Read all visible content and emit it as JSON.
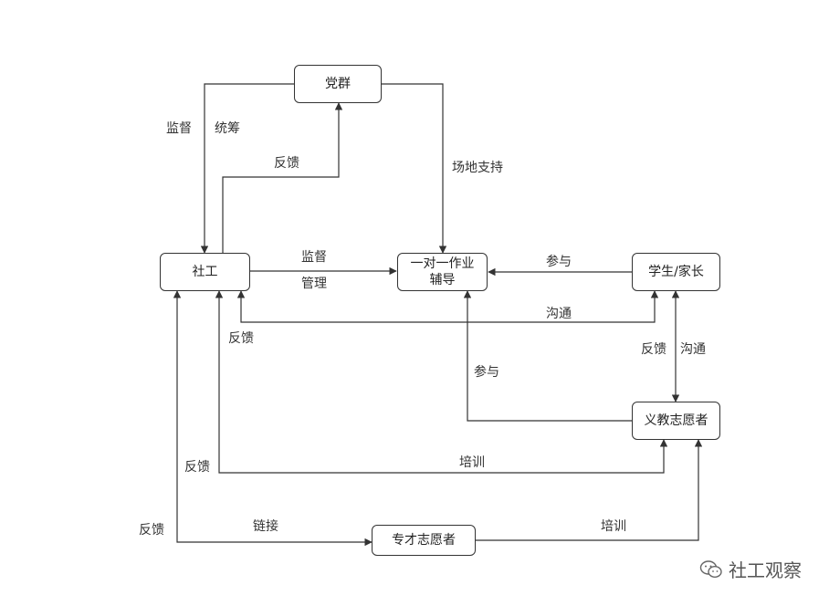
{
  "nodes": {
    "party": "党群",
    "social_worker": "社工",
    "tutoring": "一对一作业辅导",
    "student_parent": "学生/家长",
    "compulsory_volunteer": "义教志愿者",
    "professional_volunteer": "专才志愿者"
  },
  "labels": {
    "supervise_left": "监督",
    "coordinate": "统筹",
    "feedback_to_party": "反馈",
    "venue_support": "场地支持",
    "supervise_mid": "监督",
    "manage": "管理",
    "participate_student": "参与",
    "communicate_student": "沟通",
    "feedback_student": "反馈",
    "feedback_vol_student": "反馈",
    "communicate_vol_student": "沟通",
    "participate_volunteer": "参与",
    "feedback_volunteer": "反馈",
    "train_volunteer": "培训",
    "feedback_professional": "反馈",
    "link_professional": "链接",
    "train_professional": "培训"
  },
  "watermark": "社工观察",
  "colors": {
    "line": "#333333",
    "node_border": "#333333"
  }
}
